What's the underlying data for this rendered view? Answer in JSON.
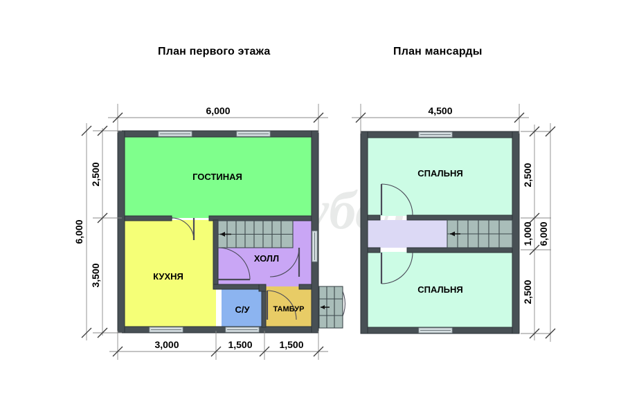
{
  "page": {
    "background": "#ffffff",
    "watermark_text": "срубсляй"
  },
  "plans": [
    {
      "id": "floor1",
      "title": "План первого этажа",
      "colors": {
        "wall": "#485055",
        "living": "#7FFF8C",
        "kitchen": "#F5FF77",
        "hall": "#C9A6F5",
        "bathroom": "#8CB4F0",
        "vestibule": "#E8CC66",
        "stairs": "#A9BDB9"
      },
      "rooms": [
        {
          "name": "ГОСТИНАЯ",
          "key": "living",
          "color": "#7FFF8C"
        },
        {
          "name": "КУХНЯ",
          "key": "kitchen",
          "color": "#F5FF77"
        },
        {
          "name": "ХОЛЛ",
          "key": "hall",
          "color": "#C9A6F5"
        },
        {
          "name": "С/У",
          "key": "bathroom",
          "color": "#8CB4F0"
        },
        {
          "name": "ТАМБУР",
          "key": "vestibule",
          "color": "#E8CC66"
        }
      ],
      "dimensions": {
        "top_total": "6,000",
        "bottom_segments": [
          "3,000",
          "1,500",
          "1,500"
        ],
        "left_total": "6,000",
        "left_segments": [
          "2,500",
          "3,500"
        ]
      },
      "stairs": {
        "direction_arrow": "←",
        "treads": 8
      }
    },
    {
      "id": "floor2",
      "title": "План мансарды",
      "colors": {
        "wall": "#485055",
        "bedroom": "#CCFCE5",
        "corridor": "#DCD9F5",
        "stairs": "#A9BDB9"
      },
      "rooms": [
        {
          "name": "СПАЛЬНЯ",
          "key": "bedroom-top",
          "color": "#CCFCE5"
        },
        {
          "name": "СПАЛЬНЯ",
          "key": "bedroom-bottom",
          "color": "#CCFCE5"
        }
      ],
      "dimensions": {
        "top_total": "4,500",
        "right_total": "6,000",
        "right_segments": [
          "2,500",
          "1,000",
          "2,500"
        ]
      },
      "stairs": {
        "direction_arrow": "←",
        "treads": 6
      }
    }
  ]
}
